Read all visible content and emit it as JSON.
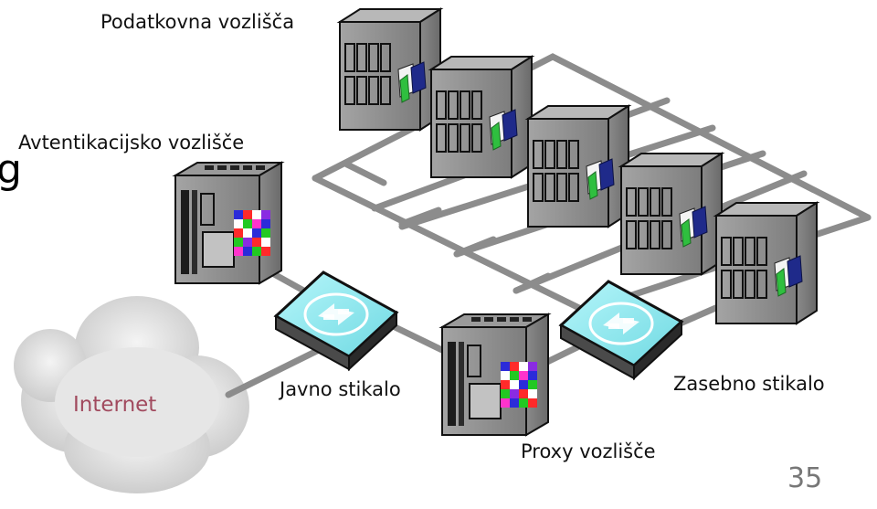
{
  "labels": {
    "data_nodes": "Podatkovna vozlišča",
    "auth_node": "Avtentikacijsko vozlišče",
    "public_switch": "Javno stikalo",
    "private_switch": "Zasebno stikalo",
    "proxy_node": "Proxy vozlišče",
    "internet": "Internet"
  },
  "page_number": "35",
  "edge_fragment": "g",
  "colors": {
    "server_body": "#8a8a8a",
    "switch_top": "#8fe8ee",
    "network_line": "#8c8c8c",
    "cloud": "#d9d9d9"
  }
}
